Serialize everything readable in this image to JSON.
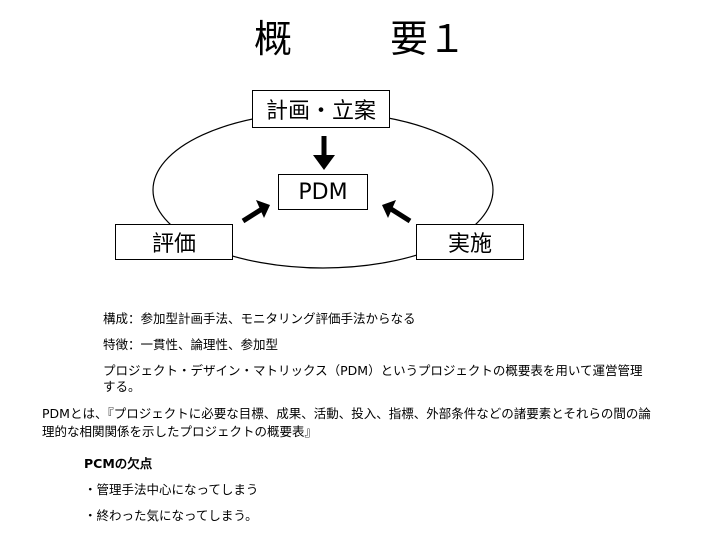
{
  "title": {
    "left": "概",
    "right": "要１"
  },
  "diagram": {
    "plan": "計画・立案",
    "pdm": "PDM",
    "evaluation": "評価",
    "implementation": "実施"
  },
  "text": {
    "composition": "構成：参加型計画手法、モニタリング評価手法からなる",
    "features": "特徴：一貫性、論理性、参加型",
    "pdm_desc_1": "プロジェクト・デザイン・マトリックス（PDM）というプロジェクトの概要表を用いて運営管理",
    "pdm_desc_2": "する。",
    "pdm_def_1": "PDMとは、『プロジェクトに必要な目標、成果、活動、投入、指標、外部条件などの諸要素とそれらの間の論",
    "pdm_def_2": "理的な相関関係を示したプロジェクトの概要表』",
    "pcm_heading": "PCMの欠点",
    "pcm_flaw_1": "・管理手法中心になってしまう",
    "pcm_flaw_2": "・終わった気になってしまう。"
  }
}
